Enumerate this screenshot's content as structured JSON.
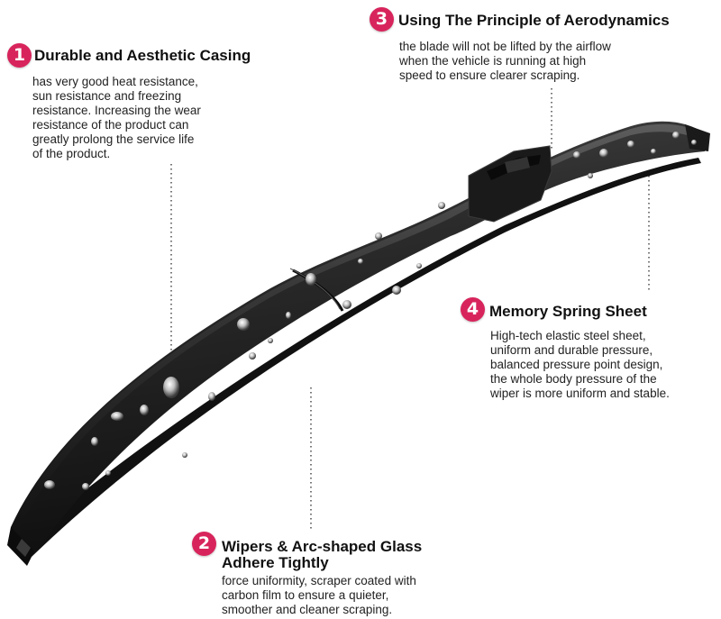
{
  "features": [
    {
      "number": "1",
      "title_lines": [
        "Durable and Aesthetic Casing"
      ],
      "description_lines": [
        "has very good heat resistance,",
        "sun resistance and freezing",
        "resistance. Increasing the wear",
        "resistance of the product can",
        "greatly prolong the service life",
        "of the product."
      ]
    },
    {
      "number": "2",
      "title_lines": [
        "Wipers & Arc-shaped Glass",
        "Adhere Tightly"
      ],
      "description_lines": [
        "force uniformity, scraper coated with",
        "carbon film to ensure a quieter,",
        "smoother and cleaner scraping."
      ]
    },
    {
      "number": "3",
      "title_lines": [
        "Using The Principle of Aerodynamics"
      ],
      "description_lines": [
        "the blade will not be lifted by the airflow",
        "when the vehicle is running at high",
        "speed to ensure clearer scraping."
      ]
    },
    {
      "number": "4",
      "title_lines": [
        "Memory Spring Sheet"
      ],
      "description_lines": [
        "High-tech elastic steel sheet,",
        "uniform and durable pressure,",
        "balanced pressure point design,",
        "the whole body pressure of the",
        "wiper is more uniform and stable."
      ]
    }
  ],
  "colors": {
    "badge": "#d8245c",
    "blade": "#2a2a2a",
    "background": "#ffffff"
  }
}
